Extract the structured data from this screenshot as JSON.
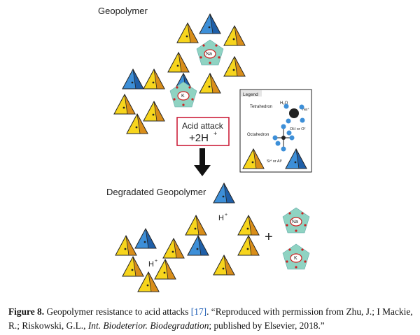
{
  "figure": {
    "label_top": "Geopolymer",
    "acid_attack_line1": "Acid attack",
    "acid_attack_line2": "+2H",
    "acid_attack_sup": "+",
    "label_bottom": "Degradated Geopolymer",
    "h_plus_main": "H",
    "h_plus_sup": "+",
    "plus_sign": "+",
    "na_label": "Na",
    "k_label": "K",
    "legend": {
      "title": "Legend",
      "tetrahedron": "Tetrahedron",
      "h2o": "H₂O",
      "na": "Na⁺",
      "octahedron": "Octahedron",
      "oh": "OH or O²",
      "si_al": "Si⁴ or Al³"
    }
  },
  "caption": {
    "label": "Figure 8.",
    "text_a": " Geopolymer resistance to acid attacks ",
    "ref": "[17]",
    "text_b": ". “Reproduced with permission from Zhu, J.; I Mackie, R.; Riskowski, G.L., ",
    "journal": "Int. Biodeterior. Biodegradation",
    "text_c": "; published by Elsevier, 2018.”"
  },
  "colors": {
    "yellow": "#f7d51d",
    "blue": "#3d8fd8",
    "aqua": "#8fd3c2",
    "red": "#c8102e"
  }
}
